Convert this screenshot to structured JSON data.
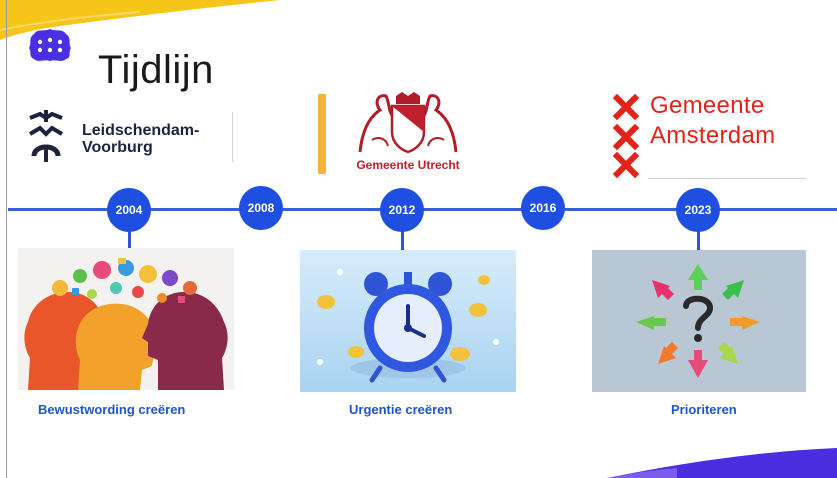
{
  "slide": {
    "title": "Tijdlijn"
  },
  "logos": {
    "leidschendam": {
      "line1": "Leidschendam-",
      "line2": "Voorburg"
    },
    "utrecht": {
      "name": "Gemeente Utrecht"
    },
    "amsterdam": {
      "line1": "Gemeente",
      "line2": "Amsterdam"
    }
  },
  "timeline": {
    "years": [
      "2004",
      "2008",
      "2012",
      "2016",
      "2023"
    ]
  },
  "milestones": [
    {
      "caption": "Bewustwording creëren",
      "image": "heads-with-ideas-illustration"
    },
    {
      "caption": "Urgentie creëren",
      "image": "alarm-clock-with-coins-illustration"
    },
    {
      "caption": "Prioriteren",
      "image": "question-mark-with-arrows-photo"
    }
  ],
  "colors": {
    "timeline": "#3561d6",
    "year_badge": "#1f4fe0",
    "caption": "#1e55c8",
    "amsterdam_red": "#e2231a",
    "utrecht_red": "#c0202d",
    "accent_yellow": "#f5c518",
    "accent_purple": "#4b2ee0"
  }
}
